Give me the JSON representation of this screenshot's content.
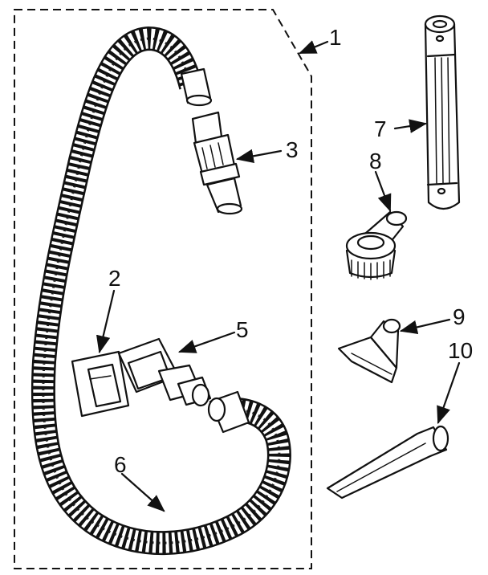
{
  "diagram": {
    "background": "#ffffff",
    "ink": "#111111",
    "callouts": [
      {
        "id": "c1",
        "text": "1"
      },
      {
        "id": "c2",
        "text": "2"
      },
      {
        "id": "c3",
        "text": "3"
      },
      {
        "id": "c5",
        "text": "5"
      },
      {
        "id": "c6",
        "text": "6"
      },
      {
        "id": "c7",
        "text": "7"
      },
      {
        "id": "c8",
        "text": "8"
      },
      {
        "id": "c9",
        "text": "9"
      },
      {
        "id": "c10",
        "text": "10"
      }
    ]
  }
}
